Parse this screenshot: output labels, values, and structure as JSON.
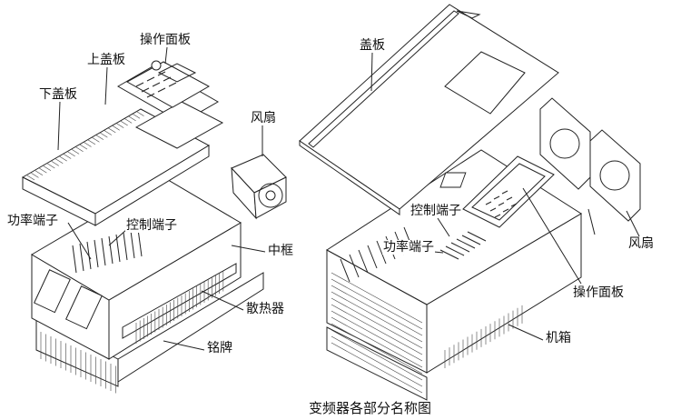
{
  "left_diagram": {
    "labels": {
      "operation_panel": "操作面板",
      "upper_cover": "上盖板",
      "lower_cover": "下盖板",
      "fan": "风扇",
      "power_terminal": "功率端子",
      "control_terminal": "控制端子",
      "middle_frame": "中框",
      "heatsink": "散热器",
      "nameplate": "铭牌"
    }
  },
  "right_diagram": {
    "labels": {
      "cover": "盖板",
      "control_terminal": "控制端子",
      "power_terminal": "功率端子",
      "fan": "风扇",
      "operation_panel": "操作面板",
      "chassis": "机箱"
    }
  },
  "caption": "变频器各部分名称图"
}
